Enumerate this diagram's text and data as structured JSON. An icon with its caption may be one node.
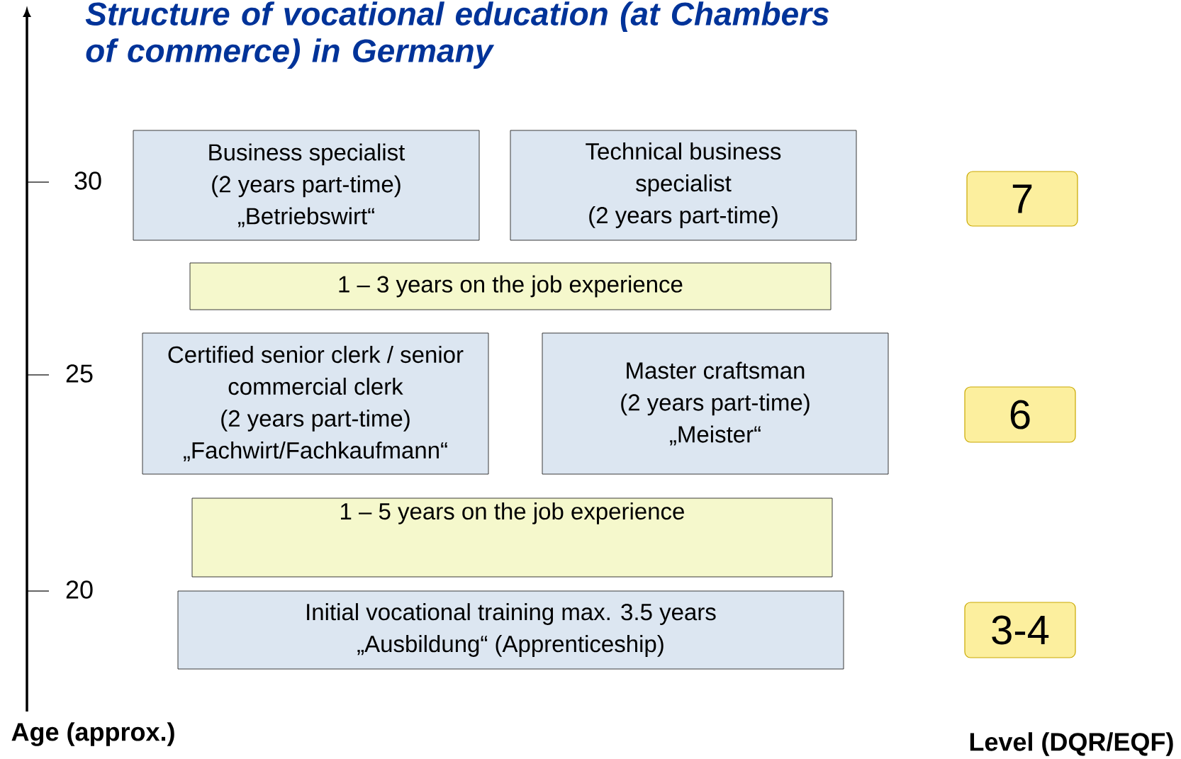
{
  "diagram": {
    "title": "Structure of vocational education (at Chambers of commerce) in Germany",
    "nodes": [
      {
        "text": [
          "Business specialist",
          "(2 years part-time)",
          "„Betriebswirt“"
        ]
      },
      {
        "text": [
          "Technical business specialist",
          "(2 years part-time)"
        ]
      },
      {
        "text": [
          "1 – 3 years on the job experience"
        ]
      },
      {
        "text": [
          "Certified senior clerk / senior commercial clerk",
          "(2 years part-time)",
          "„Fachwirt/Fachkaufmann“"
        ]
      },
      {
        "text": [
          "Master craftsman",
          "(2 years part-time)",
          "„Meister“"
        ]
      },
      {
        "text": [
          "1 – 5 years on the job experience"
        ]
      },
      {
        "text": [
          "Initial vocational training max. 3.5 years",
          "„Ausbildung“ (Apprenticeship)"
        ]
      },
      {
        "text": [
          "7"
        ]
      },
      {
        "text": [
          "6"
        ]
      },
      {
        "text": [
          "3-4"
        ]
      }
    ],
    "labels": [
      "30",
      "25",
      "20",
      "Age (approx.)",
      "Level (DQR/EQF)"
    ]
  }
}
